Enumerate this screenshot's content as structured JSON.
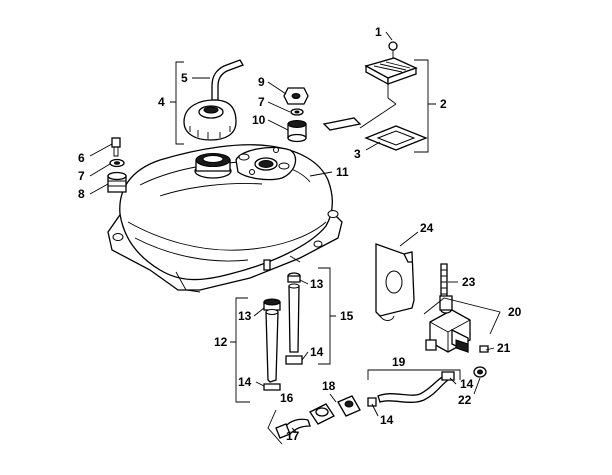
{
  "callouts": {
    "c1": "1",
    "c2": "2",
    "c3": "3",
    "c4": "4",
    "c5": "5",
    "c6": "6",
    "c7a": "7",
    "c7b": "7",
    "c8": "8",
    "c9": "9",
    "c10": "10",
    "c11": "11",
    "c12": "12",
    "c13a": "13",
    "c13b": "13",
    "c14a": "14",
    "c14b": "14",
    "c14c": "14",
    "c14d": "14",
    "c15": "15",
    "c16": "16",
    "c17": "17",
    "c18": "18",
    "c19": "19",
    "c20": "20",
    "c21": "21",
    "c22": "22",
    "c23": "23",
    "c24": "24"
  },
  "colors": {
    "line": "#000000",
    "background": "#ffffff",
    "shade": "#1a1a1a"
  }
}
